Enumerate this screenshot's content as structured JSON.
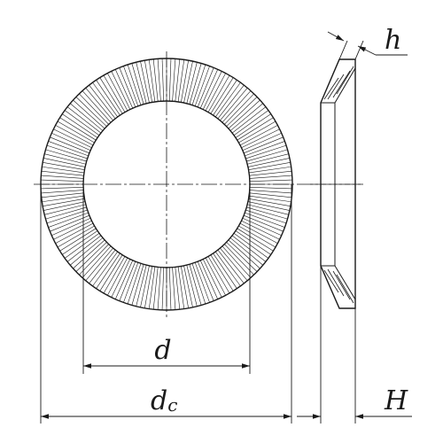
{
  "labels": {
    "inner_diameter": "d",
    "clamp_diameter_base": "d",
    "clamp_diameter_sub": "c",
    "overall_height": "H",
    "material_thickness": "h"
  },
  "colors": {
    "ink": "#1a1a1a",
    "background": "#ffffff"
  },
  "serration": {
    "tooth_count": 180
  }
}
